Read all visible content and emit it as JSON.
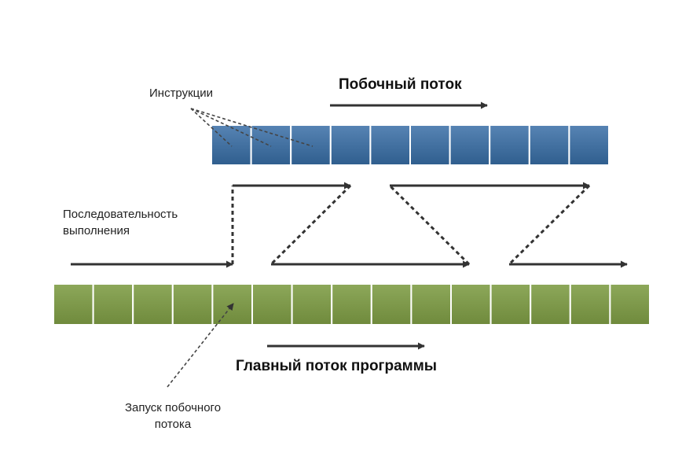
{
  "side_thread": {
    "title": "Побочный поток",
    "color": "#3D6F9E",
    "cells": 10
  },
  "main_thread": {
    "title": "Главный поток программы",
    "color": "#7F9A4A",
    "cells": 15
  },
  "labels": {
    "instructions": "Инструкции",
    "sequence_line1": "Последовательность",
    "sequence_line2": "выполнения",
    "launch_line1": "Запуск побочного",
    "launch_line2": "потока"
  }
}
